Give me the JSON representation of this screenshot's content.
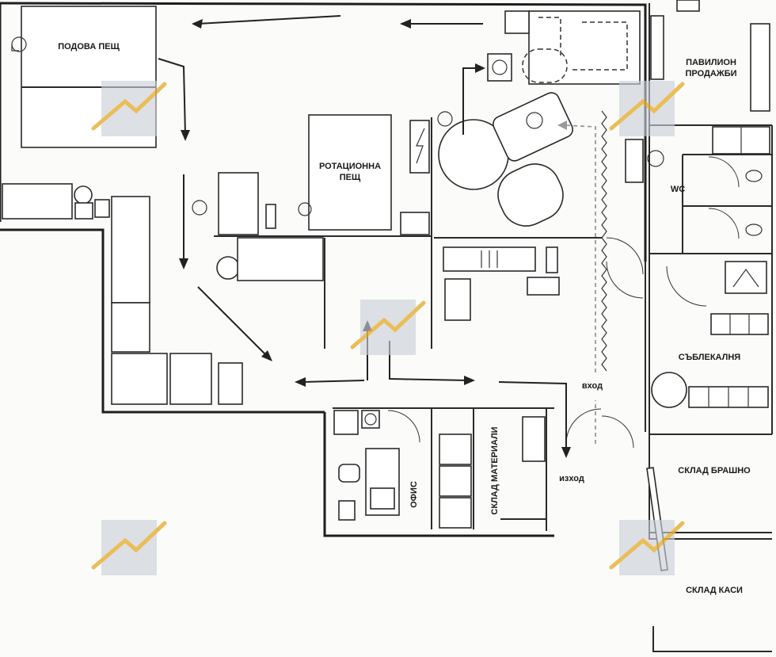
{
  "labels": {
    "deck_oven": "ПОДОВА ПЕЩ",
    "rotary_oven_line1": "РОТАЦИОННА",
    "rotary_oven_line2": "ПЕЩ",
    "sales_pavilion_line1": "ПАВИЛИОН",
    "sales_pavilion_line2": "ПРОДАЖБИ",
    "wc": "WC",
    "changing_room": "СЪБЛЕКАЛНЯ",
    "entrance": "вход",
    "exit": "изход",
    "office": "ОФИС",
    "materials_storage": "СКЛАД МАТЕРИАЛИ",
    "flour_storage": "СКЛАД БРАШНО",
    "crates_storage": "СКЛАД КАСИ"
  },
  "colors": {
    "ink": "#1e1e1e",
    "watermark_grid": "#c9ced6",
    "watermark_line": "#e8b23a"
  }
}
